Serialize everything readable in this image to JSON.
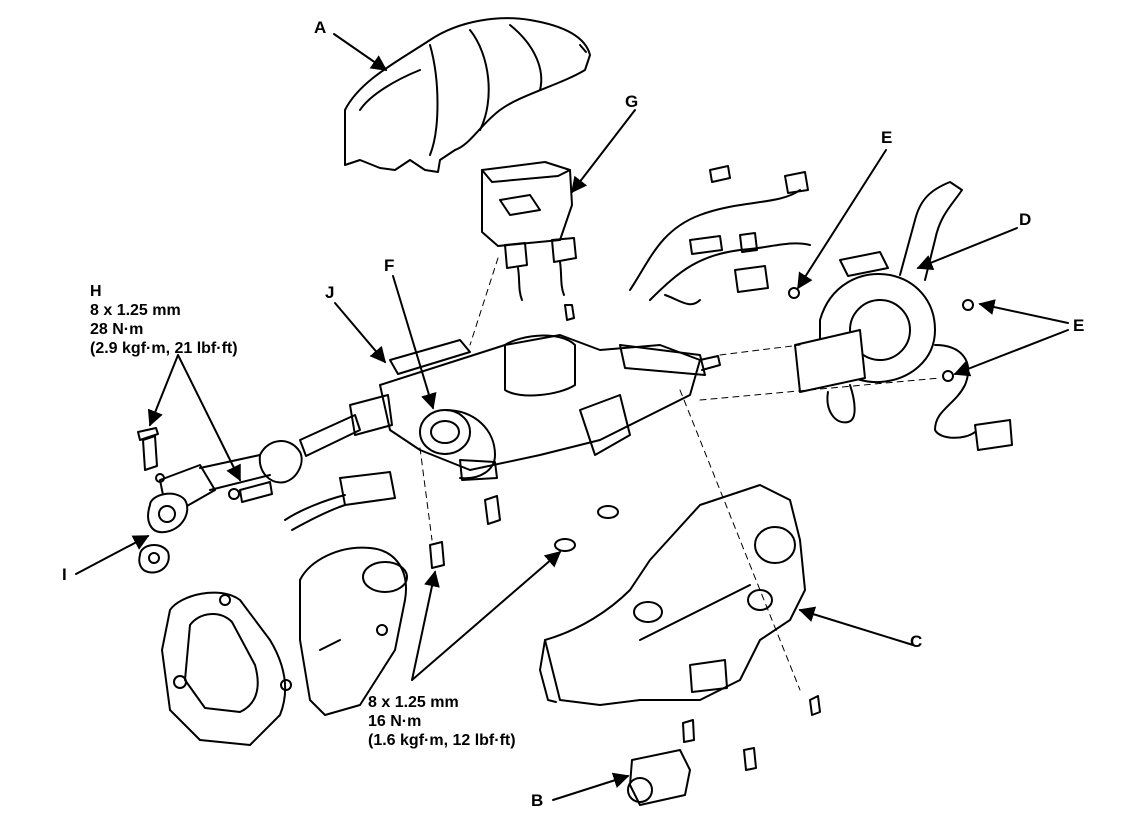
{
  "labels": {
    "A": "A",
    "B": "B",
    "C": "C",
    "D": "D",
    "E1": "E",
    "E2": "E",
    "F": "F",
    "G": "G",
    "H": "H",
    "I": "I",
    "J": "J"
  },
  "spec_h": {
    "size": "8 x 1.25 mm",
    "torque_nm": "28 N·m",
    "torque_alt": "(2.9 kgf·m, 21 lbf·ft)"
  },
  "spec_bottom": {
    "size": "8 x 1.25 mm",
    "torque_nm": "16 N·m",
    "torque_alt": "(1.6 kgf·m, 12 lbf·ft)"
  },
  "colors": {
    "ink": "#000000",
    "paper": "#ffffff"
  }
}
